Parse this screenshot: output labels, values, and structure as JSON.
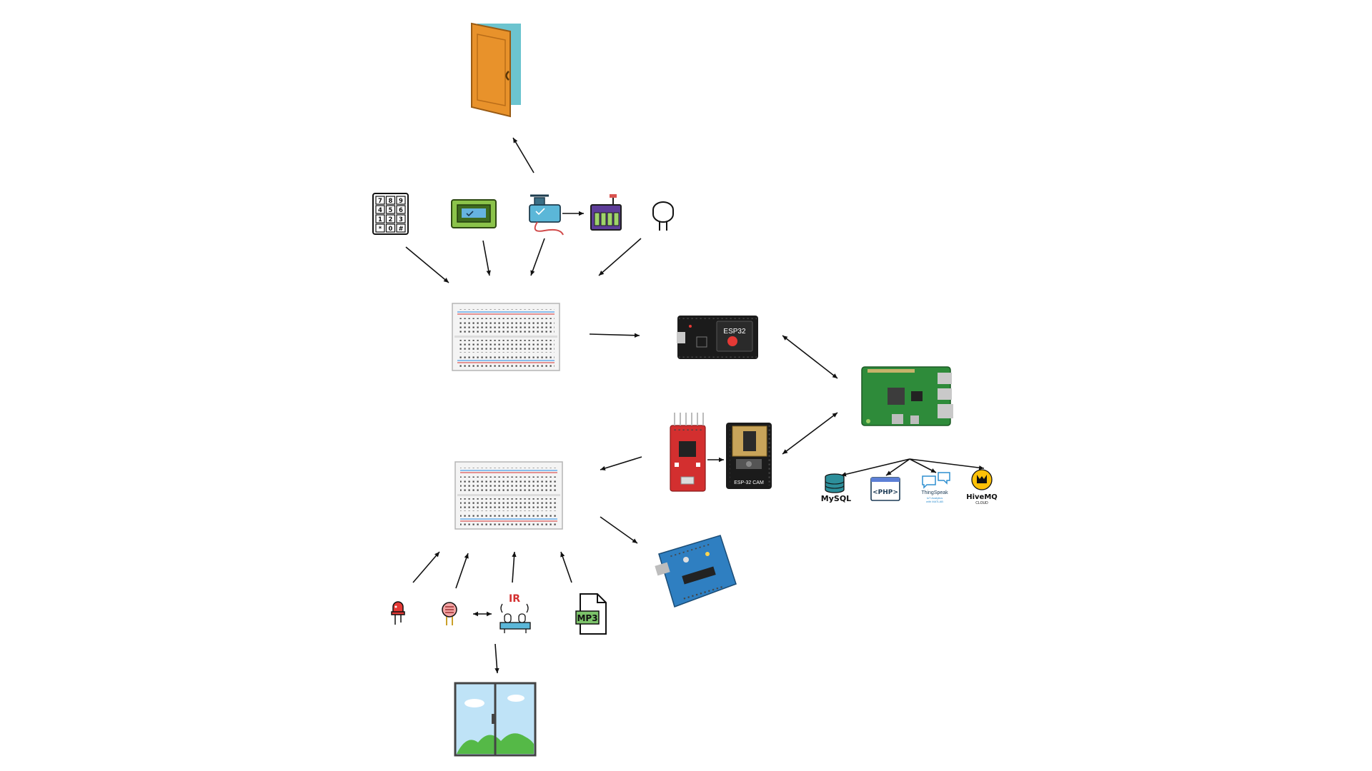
{
  "colors": {
    "arrow": "#111111",
    "board_red": "#d32f2f",
    "board_blue": "#1e88e5",
    "rpi_green": "#2e8b3a",
    "esp_black": "#1b1b1b",
    "door": "#e8922b",
    "window_sky": "#bfe3f7",
    "window_green": "#55b947"
  },
  "icons": {
    "door": "door-icon",
    "keypad": "keypad-icon",
    "lcd": "lcd-display-icon",
    "servo": "servo-motor-icon",
    "relay": "relay-module-icon",
    "buzzer": "buzzer-icon",
    "breadboard": "breadboard-icon",
    "esp32": "esp32-board-icon",
    "raspberry_pi": "raspberry-pi-icon",
    "ftdi": "ftdi-adapter-icon",
    "esp32_cam": "esp32-cam-icon",
    "arduino": "arduino-uno-icon",
    "led": "led-icon",
    "ldr": "ldr-sensor-icon",
    "ir": "ir-sensor-icon",
    "mp3": "mp3-file-icon",
    "window": "window-icon",
    "mysql": "mysql-icon",
    "php": "php-icon",
    "thingspeak": "thingspeak-icon",
    "hivemq": "hivemq-icon"
  },
  "keypad": {
    "keys": [
      "7",
      "8",
      "9",
      "4",
      "5",
      "6",
      "1",
      "2",
      "3",
      "*",
      "0",
      "#"
    ]
  },
  "labels": {
    "esp32": "ESP32",
    "esp32_cam": "ESP-32 CAM",
    "ir": "IR",
    "mp3": "MP3",
    "mysql": "MySQL",
    "php": "<PHP>",
    "thingspeak": "ThingSpeak",
    "thingspeak_sub1": "IoT Analytics",
    "thingspeak_sub2": "with MATLAB",
    "hivemq": "HiveMQ",
    "hivemq_sub": "CLOUD"
  }
}
